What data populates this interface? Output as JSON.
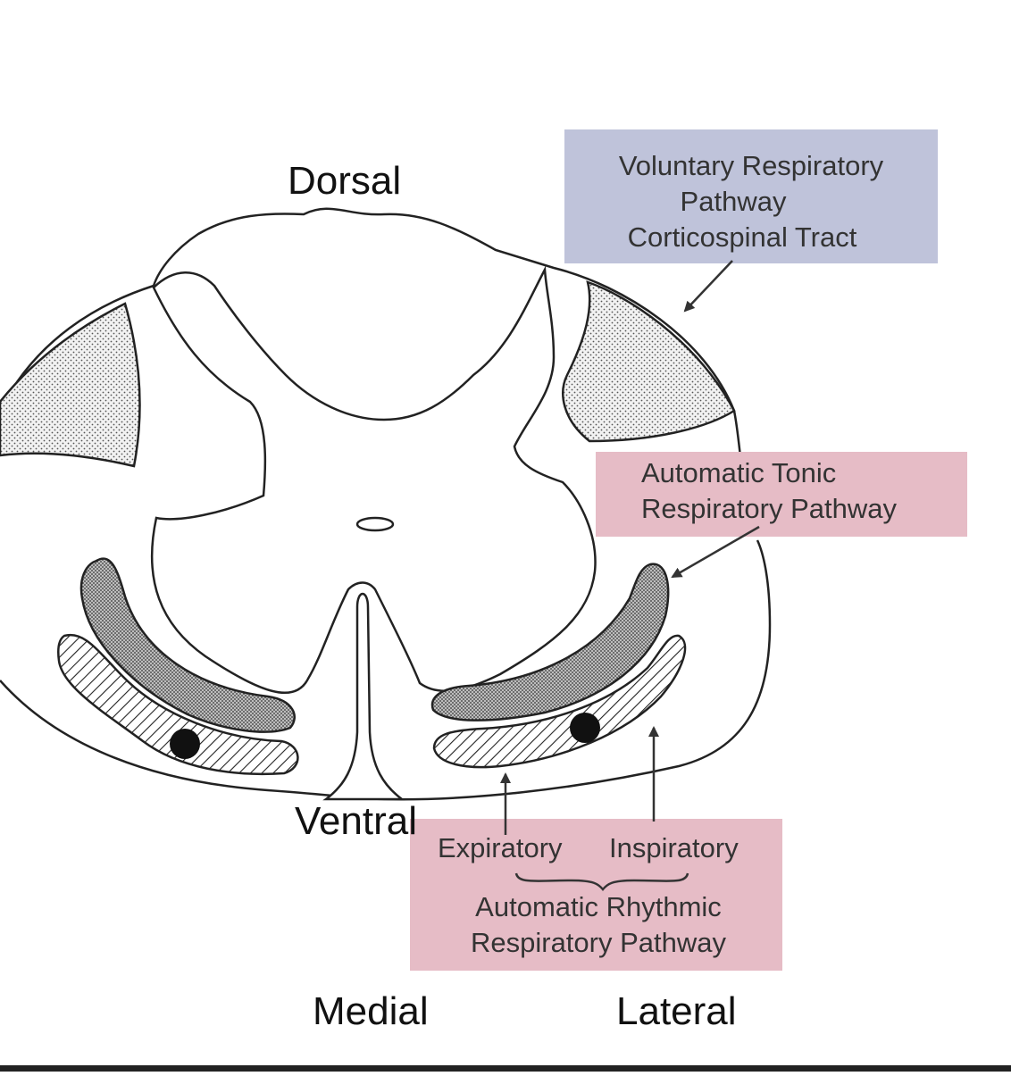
{
  "orientation": {
    "dorsal": "Dorsal",
    "ventral": "Ventral",
    "medial": "Medial",
    "lateral": "Lateral"
  },
  "voluntary_box": {
    "lines": [
      "Voluntary Respiratory",
      "Pathway",
      "Corticospinal Tract"
    ],
    "color": "#bfc3da"
  },
  "tonic_box": {
    "lines": [
      "Automatic Tonic",
      "Respiratory Pathway"
    ],
    "color": "#e6bcc6"
  },
  "rhythmic_box": {
    "expiratory": "Expiratory",
    "inspiratory": "Inspiratory",
    "lines": [
      "Automatic Rhythmic",
      "Respiratory Pathway"
    ],
    "color": "#e6bcc6"
  }
}
